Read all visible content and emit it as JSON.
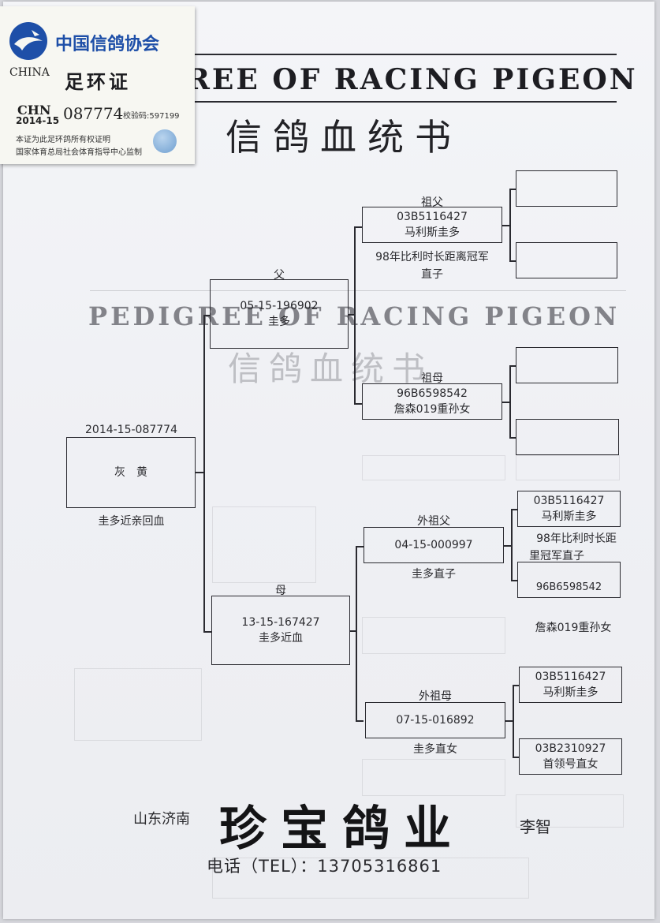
{
  "header": {
    "title_en_partial": "REE OF RACING PIGEON",
    "title_cn": "信鸽血统书",
    "ghost_title_en": "PEDIGREE OF RACING PIGEON",
    "ghost_title_cn": "信鸽血统书"
  },
  "certificate": {
    "org_name": "中国信鸽协会",
    "country": "CHINA",
    "cert_type": "足环证",
    "chn_label": "CHN",
    "ring_prefix": "2014-15",
    "ring_number": "087774",
    "check_code": "校验码:597199",
    "note_line1": "本证为此足环鸽所有权证明",
    "note_line2": "国家体育总局社会体育指导中心监制",
    "logo_color": "#1e4fa8"
  },
  "pigeon": {
    "ring": "2014-15-087774",
    "color": "灰　黄",
    "note": "圭多近亲回血"
  },
  "sire": {
    "label": "父",
    "ring": "05-15-196902",
    "name": "圭多"
  },
  "dam": {
    "label": "母",
    "ring": "13-15-167427",
    "name": "圭多近血"
  },
  "paternal_grandsire": {
    "label": "祖父",
    "ring": "03B5116427",
    "name": "马利斯圭多",
    "note_line1": "98年比利时长距离冠军",
    "note_line2": "直子"
  },
  "paternal_granddam": {
    "label": "祖母",
    "ring": "96B6598542",
    "name": "詹森019重孙女"
  },
  "maternal_grandsire": {
    "label": "外祖父",
    "ring": "04-15-000997",
    "note": "圭多直子"
  },
  "maternal_granddam": {
    "label": "外祖母",
    "ring": "07-15-016892",
    "note": "圭多直女"
  },
  "great_grandparents": {
    "mgs_sire_ring": "03B5116427",
    "mgs_sire_name": "马利斯圭多",
    "mgs_note_line1": "98年比利时长距",
    "mgs_note_line2": "里冠军直子",
    "mgs_dam_ring": "96B6598542",
    "mgs_dam_name": "詹森019重孙女",
    "mgd_sire_ring": "03B5116427",
    "mgd_sire_name": "马利斯圭多",
    "mgd_dam_ring": "03B2310927",
    "mgd_dam_name": "首领号直女"
  },
  "footer": {
    "location": "山东济南",
    "brand": "珍宝鸽业",
    "owner": "李智",
    "phone": "电话（TEL）：13705316861"
  }
}
